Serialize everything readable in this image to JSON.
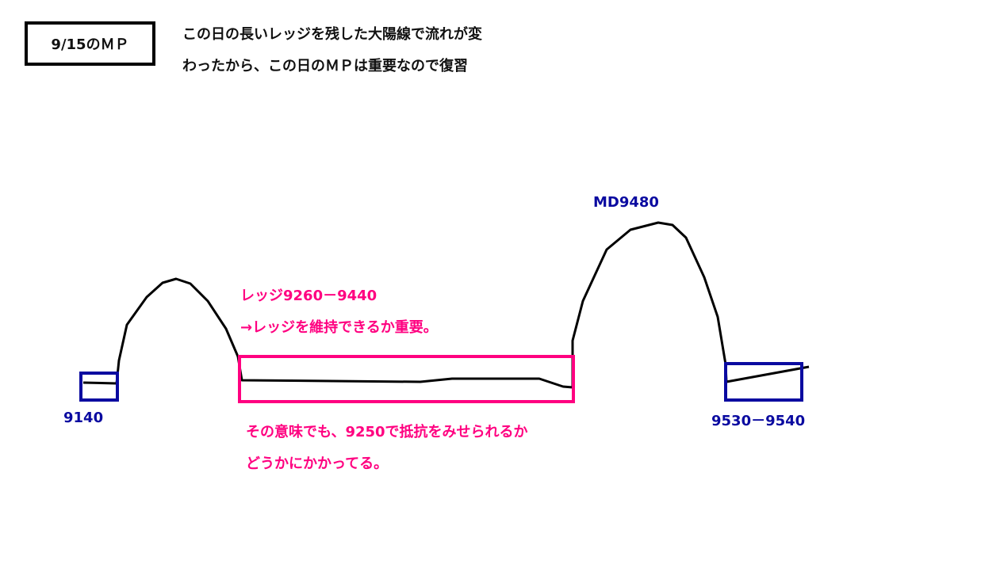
{
  "title": "9/15のＭＰ",
  "note_lines": [
    "この日の長いレッジを残した大陽線で流れが変",
    "わったから、この日のＭＰは重要なので復習"
  ],
  "labels": {
    "low": "9140",
    "ledge_range": "レッジ9260－9440",
    "ledge_comment": "→レッジを維持できるか重要。",
    "meaning_line1": "その意味でも、9250で抵抗をみせられるか",
    "meaning_line2": "どうかにかかってる。",
    "md": "MD9480",
    "high_range": "9530－9540"
  },
  "colors": {
    "pink": "#ff0080",
    "blue": "#0a0aa0",
    "line": "#000000"
  }
}
